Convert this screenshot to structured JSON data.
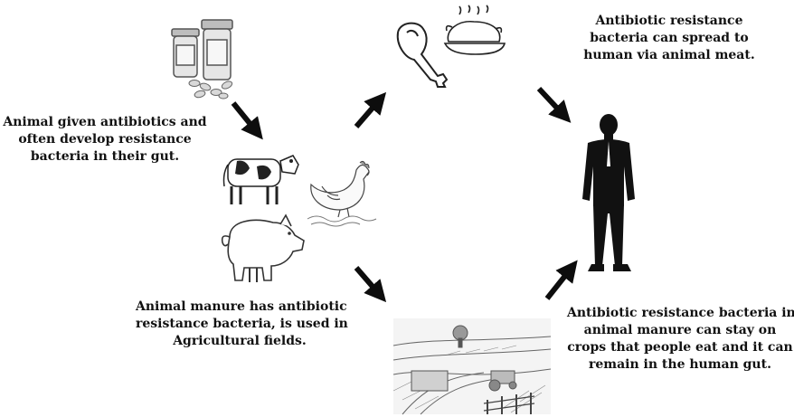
{
  "captions": {
    "meat_to_human": [
      "Antibiotic resistance",
      "bacteria can spread to",
      "human via animal meat."
    ],
    "animals_given_antibiotics": [
      "Animal given antibiotics and",
      "often develop resistance",
      "bacteria in their gut."
    ],
    "manure_in_fields": [
      "Animal manure has antibiotic",
      "resistance bacteria, is used in",
      "Agricultural fields."
    ],
    "crops_to_gut": [
      "Antibiotic resistance bacteria in",
      "animal manure can stay on",
      "crops that people eat and it can",
      "remain in the human gut."
    ]
  },
  "colors": {
    "ink": "#111111",
    "arrow": "#0d0d0d",
    "sketch": "#555555"
  },
  "icons": [
    "medicine-bottles-icon",
    "chicken-leg-icon",
    "roast-chicken-icon",
    "person-silhouette-icon",
    "cow-icon",
    "hen-icon",
    "pig-icon",
    "farm-field-icon"
  ]
}
